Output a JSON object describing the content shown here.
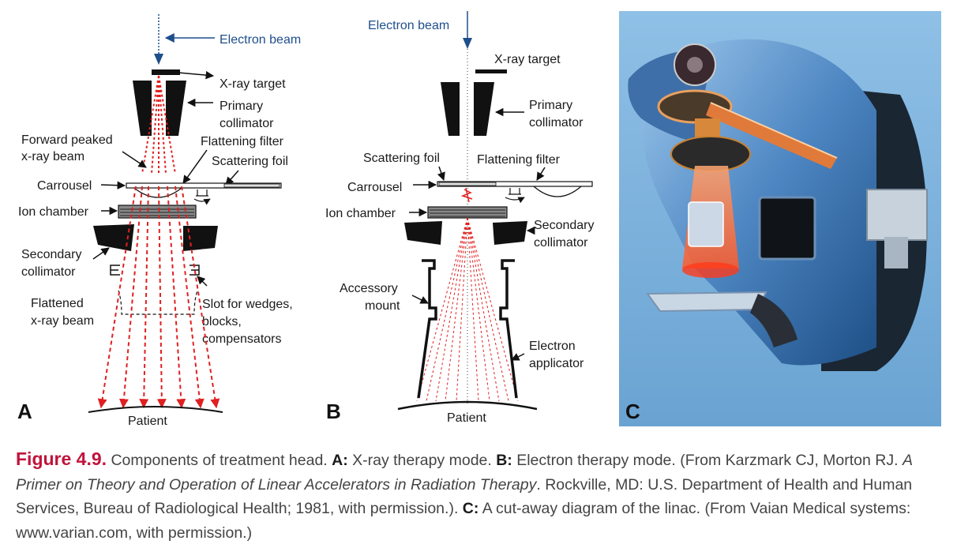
{
  "panel_a": {
    "letter": "A",
    "labels": {
      "electron_beam": "Electron beam",
      "xray_target": "X-ray target",
      "primary_collimator_1": "Primary",
      "primary_collimator_2": "collimator",
      "forward_peaked_1": "Forward peaked",
      "forward_peaked_2": "x-ray beam",
      "flattening_filter": "Flattening filter",
      "scattering_foil": "Scattering foil",
      "carrousel": "Carrousel",
      "ion_chamber": "Ion chamber",
      "secondary_collimator_1": "Secondary",
      "secondary_collimator_2": "collimator",
      "flattened_1": "Flattened",
      "flattened_2": "x-ray beam",
      "slot_1": "Slot for wedges,",
      "slot_2": "blocks,",
      "slot_3": "compensators",
      "patient": "Patient"
    }
  },
  "panel_b": {
    "letter": "B",
    "labels": {
      "electron_beam": "Electron beam",
      "xray_target": "X-ray target",
      "primary_collimator_1": "Primary",
      "primary_collimator_2": "collimator",
      "scattering_foil": "Scattering foil",
      "flattening_filter": "Flattening filter",
      "carrousel": "Carrousel",
      "ion_chamber": "Ion chamber",
      "secondary_collimator_1": "Secondary",
      "secondary_collimator_2": "collimator",
      "accessory_mount_1": "Accessory",
      "accessory_mount_2": "mount",
      "electron_applicator_1": "Electron",
      "electron_applicator_2": "applicator",
      "patient": "Patient"
    }
  },
  "panel_c": {
    "letter": "C"
  },
  "caption": {
    "figure_number": "Figure 4.9.",
    "text_1": " Components of treatment head. ",
    "a_label": "A:",
    "a_text": " X-ray therapy mode. ",
    "b_label": "B:",
    "b_text": " Electron therapy mode. (From Karzmark CJ, Morton RJ. ",
    "book_title": "A Primer on Theory and Operation of Linear Accelerators in Radiation Therapy",
    "b_text_2": ". Rockville, MD: U.S. Department of Health and Human Services, Bureau of Radiological Health; 1981, with permission.). ",
    "c_label": "C:",
    "c_text": " A cut-away diagram of the linac. (From Vaian Medical systems: www.varian.com, with permission.)"
  },
  "colors": {
    "beam_red": "#e02020",
    "electron_blue": "#1f4e8c",
    "caption_red": "#c0143c",
    "photo_bg": "#7fb3dc"
  }
}
